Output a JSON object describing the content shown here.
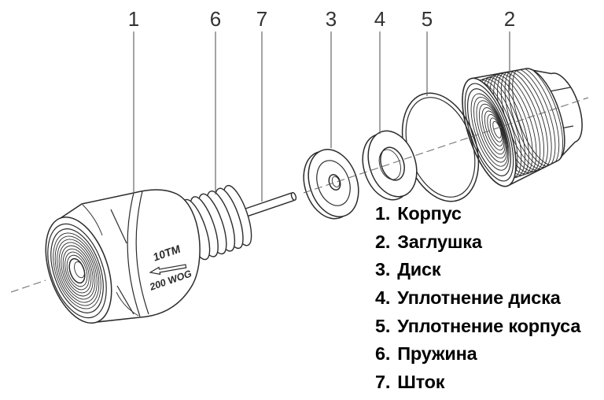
{
  "diagram": {
    "type": "exploded-view-check-valve",
    "callouts": [
      {
        "number": "1",
        "part": "Корпус"
      },
      {
        "number": "6",
        "part": "Пружина"
      },
      {
        "number": "7",
        "part": "Шток"
      },
      {
        "number": "3",
        "part": "Диск"
      },
      {
        "number": "4",
        "part": "Уплотнение диска"
      },
      {
        "number": "5",
        "part": "Уплотнение корпуса"
      },
      {
        "number": "2",
        "part": "Заглушка"
      }
    ],
    "body_markings": {
      "size_label": "10ТМ",
      "rating_label": "200 WOG",
      "arrow_icon": "left-arrow"
    },
    "legend": {
      "items": [
        {
          "number": "1.",
          "label": "Корпус"
        },
        {
          "number": "2.",
          "label": "Заглушка"
        },
        {
          "number": "3.",
          "label": "Диск"
        },
        {
          "number": "4.",
          "label": "Уплотнение диска"
        },
        {
          "number": "5.",
          "label": "Уплотнение корпуса"
        },
        {
          "number": "6.",
          "label": "Пружина"
        },
        {
          "number": "7.",
          "label": "Шток"
        }
      ]
    },
    "colors": {
      "line": "#2b2b2b",
      "leader": "#5a5a5a",
      "text": "#000000",
      "background": "#ffffff"
    }
  }
}
